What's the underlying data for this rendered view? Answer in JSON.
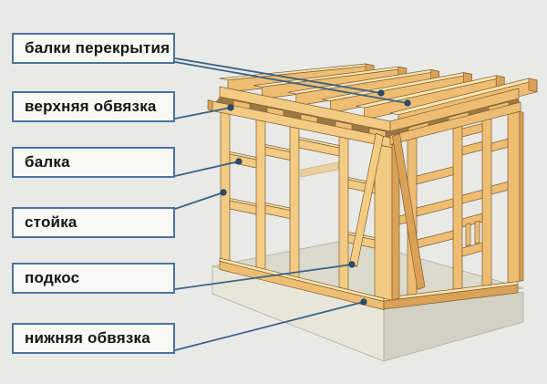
{
  "diagram": {
    "subject": "timber-frame-structure",
    "background_color": "#e9e9e7",
    "label_box": {
      "fill": "#f8f8f5",
      "border_color": "#4a73a0",
      "text_color": "#141414"
    },
    "leader_line_color": "#3a6288",
    "wood_colors": {
      "face": "#f4cb83",
      "side": "#dba257",
      "top": "#f9e4af"
    },
    "foundation_colors": {
      "left_face": "#e8e6d9",
      "right_face": "#d3d1c4",
      "top": "#dcdacd"
    },
    "labels": [
      {
        "id": "floor-joists",
        "text": "балки перекрытия"
      },
      {
        "id": "top-plate",
        "text": "верхняя обвязка"
      },
      {
        "id": "beam",
        "text": "балка"
      },
      {
        "id": "stud",
        "text": "стойка"
      },
      {
        "id": "brace",
        "text": "подкос"
      },
      {
        "id": "bottom-plate",
        "text": "нижняя обвязка"
      }
    ]
  }
}
